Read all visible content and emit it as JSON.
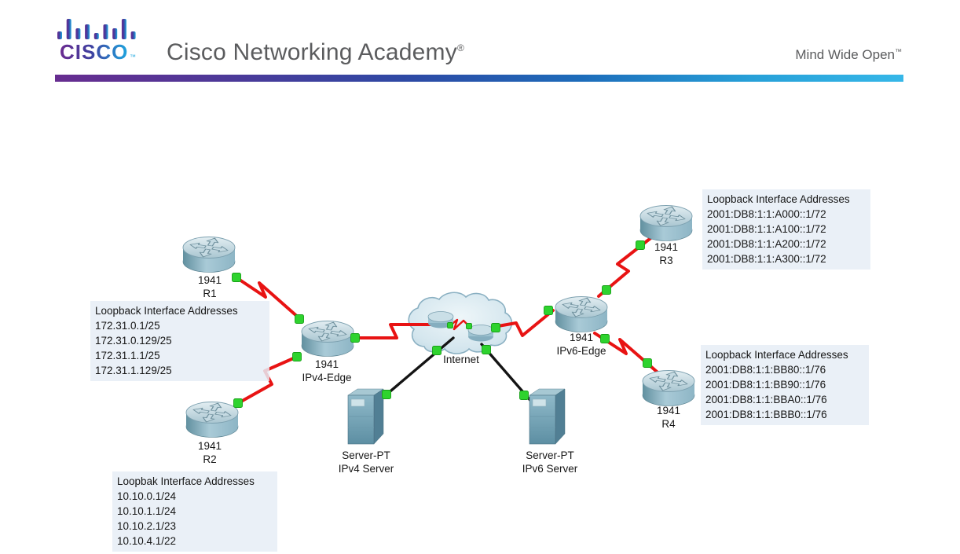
{
  "header": {
    "logo_text": "CISCO",
    "logo_tm": "™",
    "brand": "Cisco Networking Academy",
    "brand_mark": "®",
    "tagline": "Mind Wide Open",
    "tagline_mark": "™"
  },
  "devices": {
    "r1": {
      "icon": "router-icon",
      "model": "1941",
      "name": "R1"
    },
    "r2": {
      "icon": "router-icon",
      "model": "1941",
      "name": "R2"
    },
    "r3": {
      "icon": "router-icon",
      "model": "1941",
      "name": "R3"
    },
    "r4": {
      "icon": "router-icon",
      "model": "1941",
      "name": "R4"
    },
    "ipv4_edge": {
      "icon": "router-icon",
      "model": "1941",
      "name": "IPv4-Edge"
    },
    "ipv6_edge": {
      "icon": "router-icon",
      "model": "1941",
      "name": "IPv6-Edge"
    },
    "ipv4_server": {
      "icon": "server-icon",
      "model": "Server-PT",
      "name": "IPv4 Server"
    },
    "ipv6_server": {
      "icon": "server-icon",
      "model": "Server-PT",
      "name": "IPv6 Server"
    },
    "internet_cloud": {
      "icon": "cloud-icon",
      "name": "Internet"
    }
  },
  "address_blocks": {
    "r1": {
      "title": "Loopback Interface Addresses",
      "lines": [
        "172.31.0.1/25",
        "172.31.0.129/25",
        "172.31.1.1/25",
        "172.31.1.129/25"
      ]
    },
    "r2": {
      "title": "Loopbak Interface Addresses",
      "lines": [
        "10.10.0.1/24",
        "10.10.1.1/24",
        "10.10.2.1/23",
        "10.10.4.1/22"
      ]
    },
    "r3": {
      "title": "Loopback Interface Addresses",
      "lines": [
        "2001:DB8:1:1:A000::1/72",
        "2001:DB8:1:1:A100::1/72",
        "2001:DB8:1:1:A200::1/72",
        "2001:DB8:1:1:A300::1/72"
      ]
    },
    "r4": {
      "title": "Loopback Interface Addresses",
      "lines": [
        "2001:DB8:1:1:BB80::1/76",
        "2001:DB8:1:1:BB90::1/76",
        "2001:DB8:1:1:BBA0::1/76",
        "2001:DB8:1:1:BBB0::1/76"
      ]
    }
  },
  "colors": {
    "serial_link_red": "#e81313",
    "ethernet_link_black": "#141414",
    "link_status_up_green": "#2ed32e",
    "brand_purple": "#6b2b90",
    "brand_blue": "#1ea7e0",
    "header_text_gray": "#5b5c5e"
  }
}
